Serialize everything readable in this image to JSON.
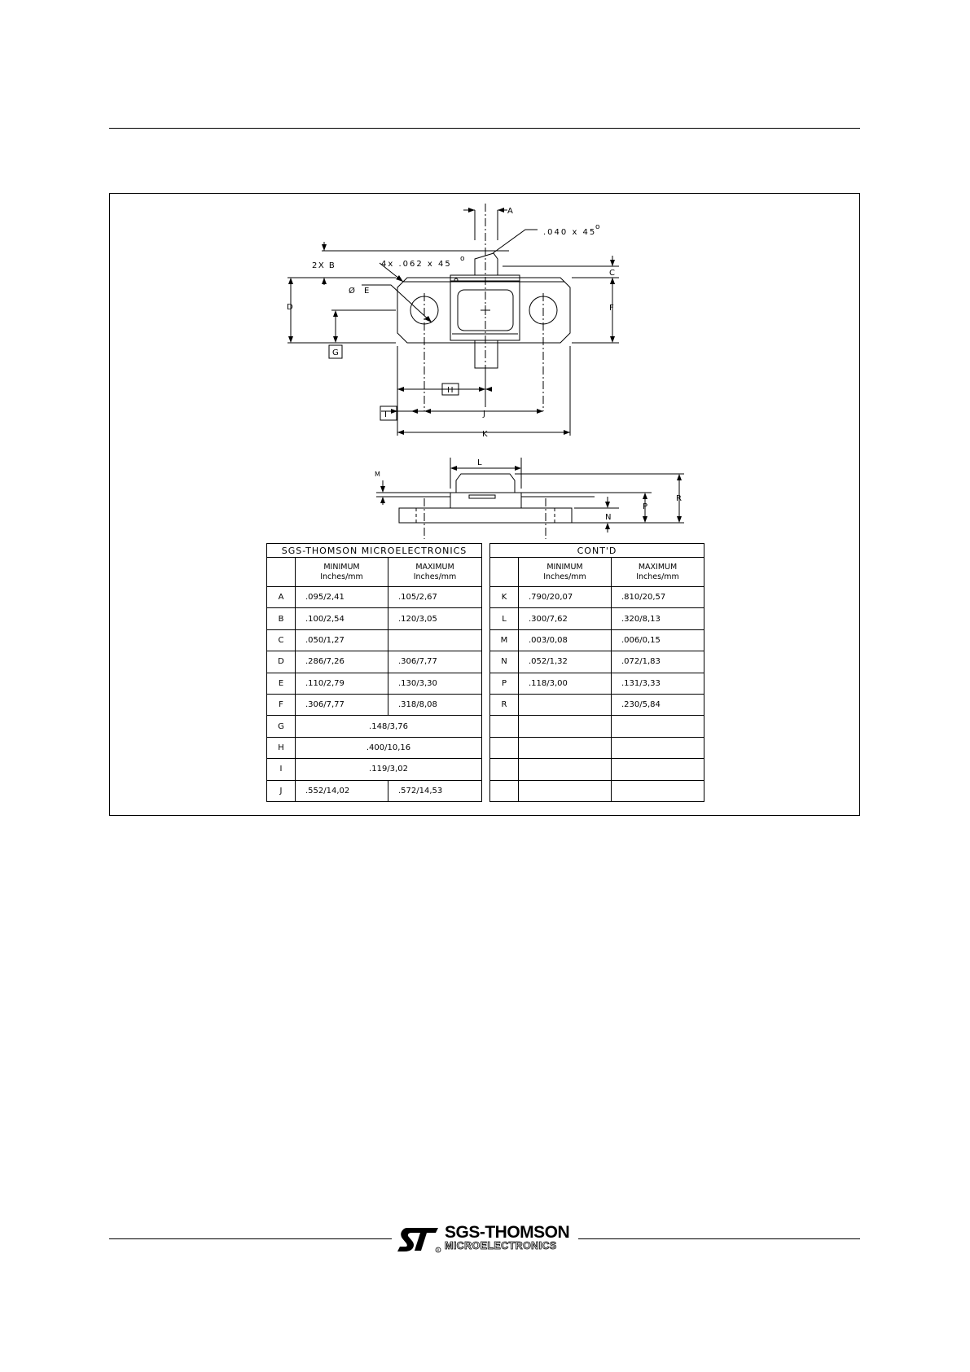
{
  "drawing": {
    "labels": {
      "A": "A",
      "angle1": ".040 x 45",
      "deg": "o",
      "twoxb": "2X B",
      "fourx": "4x .062 x 45",
      "dia_e": "Ø E",
      "C": "C",
      "D": "D",
      "F": "F",
      "G": "G",
      "H": "H",
      "I": "I",
      "J": "J",
      "K": "K",
      "L": "L",
      "M": "M",
      "N": "N",
      "P": "P",
      "R": "R"
    }
  },
  "table_left": {
    "title": "SGS-THOMSON MICROELECTRONICS",
    "min_header": [
      "MINIMUM",
      "Inches/mm"
    ],
    "max_header": [
      "MAXIMUM",
      "Inches/mm"
    ],
    "rows": [
      {
        "label": "A",
        "min": ".095/2,41",
        "max": ".105/2,67"
      },
      {
        "label": "B",
        "min": ".100/2,54",
        "max": ".120/3,05"
      },
      {
        "label": "C",
        "min": ".050/1,27",
        "max": ""
      },
      {
        "label": "D",
        "min": ".286/7,26",
        "max": ".306/7,77"
      },
      {
        "label": "E",
        "min": ".110/2,79",
        "max": ".130/3,30"
      },
      {
        "label": "F",
        "min": ".306/7,77",
        "max": ".318/8,08"
      },
      {
        "label": "G",
        "span": ".148/3,76"
      },
      {
        "label": "H",
        "span": ".400/10,16"
      },
      {
        "label": "I",
        "span": ".119/3,02"
      },
      {
        "label": "J",
        "min": ".552/14,02",
        "max": ".572/14,53"
      }
    ]
  },
  "table_right": {
    "title": "CONT'D",
    "min_header": [
      "MINIMUM",
      "Inches/mm"
    ],
    "max_header": [
      "MAXIMUM",
      "Inches/mm"
    ],
    "rows": [
      {
        "label": "K",
        "min": ".790/20,07",
        "max": ".810/20,57"
      },
      {
        "label": "L",
        "min": ".300/7,62",
        "max": ".320/8,13"
      },
      {
        "label": "M",
        "min": ".003/0,08",
        "max": ".006/0,15"
      },
      {
        "label": "N",
        "min": ".052/1,32",
        "max": ".072/1,83"
      },
      {
        "label": "P",
        "min": ".118/3,00",
        "max": ".131/3,33"
      },
      {
        "label": "R",
        "min": "",
        "max": ".230/5,84"
      },
      {
        "label": "",
        "min": "",
        "max": ""
      },
      {
        "label": "",
        "min": "",
        "max": ""
      },
      {
        "label": "",
        "min": "",
        "max": ""
      },
      {
        "label": "",
        "min": "",
        "max": ""
      }
    ]
  },
  "footer": {
    "logo_line1": "SGS-THOMSON",
    "logo_line2": "MICROELECTRONICS"
  }
}
